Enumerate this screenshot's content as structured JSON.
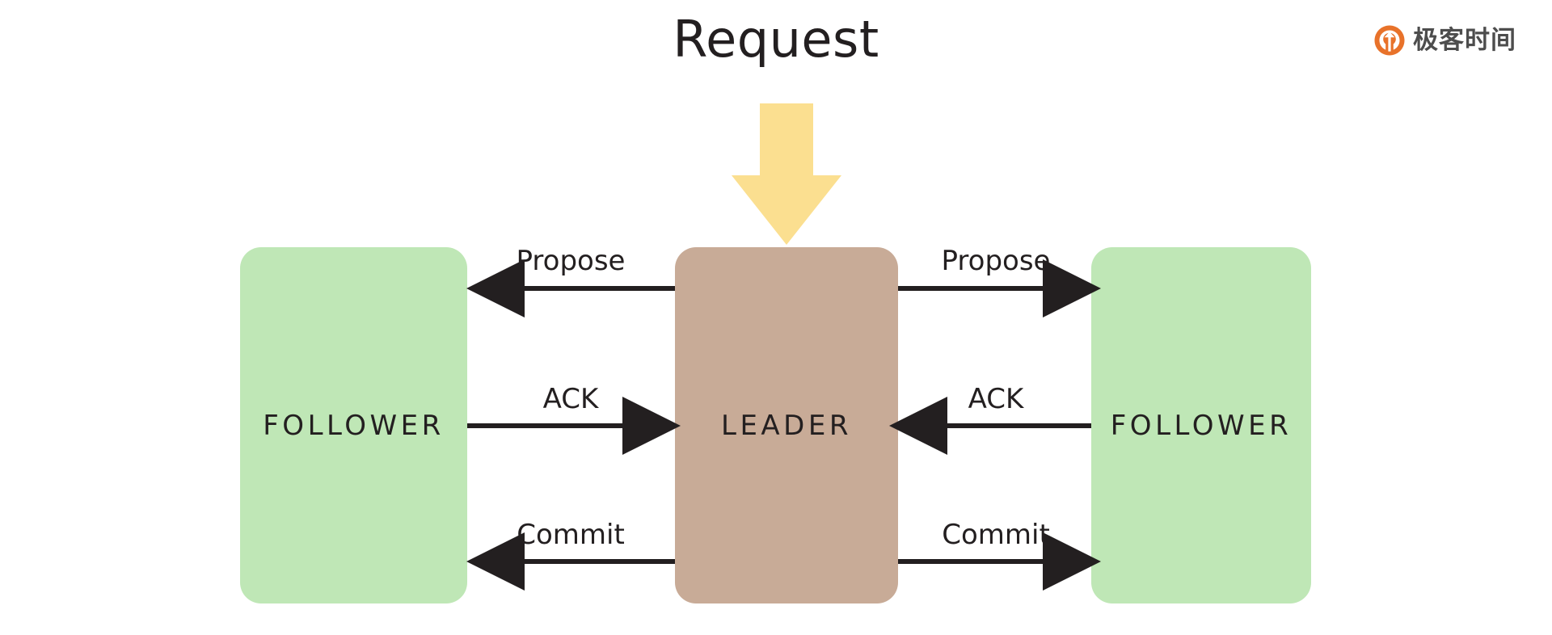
{
  "page": {
    "title": "Request",
    "background_color": "#ffffff"
  },
  "brand": {
    "name": "极客时间",
    "mark_icon": "geektime-circle-arrow-icon",
    "mark_color": "#e8722a",
    "text_color": "#4d4d4d"
  },
  "request_arrow": {
    "icon": "down-arrow-icon",
    "color": "#fbdf90",
    "direction": "down",
    "label": "Request"
  },
  "nodes": [
    {
      "id": "follower-left",
      "label": "FOLLOWER",
      "role": "follower",
      "color": "#bfe7b6"
    },
    {
      "id": "leader",
      "label": "LEADER",
      "role": "leader",
      "color": "#c8ab97"
    },
    {
      "id": "follower-right",
      "label": "FOLLOWER",
      "role": "follower",
      "color": "#bfe7b6"
    }
  ],
  "messages": {
    "left": [
      {
        "label": "Propose",
        "direction": "leader-to-follower",
        "arrow": "left"
      },
      {
        "label": "ACK",
        "direction": "follower-to-leader",
        "arrow": "right"
      },
      {
        "label": "Commit",
        "direction": "leader-to-follower",
        "arrow": "left"
      }
    ],
    "right": [
      {
        "label": "Propose",
        "direction": "leader-to-follower",
        "arrow": "right"
      },
      {
        "label": "ACK",
        "direction": "follower-to-leader",
        "arrow": "left"
      },
      {
        "label": "Commit",
        "direction": "leader-to-follower",
        "arrow": "right"
      }
    ]
  },
  "colors": {
    "arrow_line": "#231f20",
    "text": "#231f20"
  }
}
